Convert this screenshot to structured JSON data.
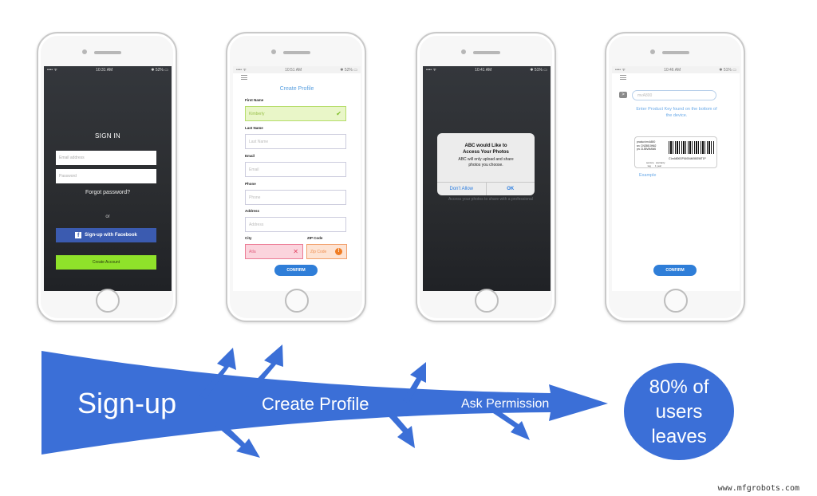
{
  "screens": [
    {
      "status": {
        "left": "•••• ᯤ",
        "time": "10:31 AM",
        "right": "✱ 52% ▭"
      },
      "title": "SIGN IN",
      "email_placeholder": "Email address",
      "password_placeholder": "Password",
      "forgot": "Forgot password?",
      "or": "or",
      "facebook_icon": "f",
      "facebook": "Sign-up with Facebook",
      "create_account": "Create Account"
    },
    {
      "status": {
        "left": "•••• ᯤ",
        "time": "10:51 AM",
        "right": "✱ 52% ▭"
      },
      "title": "Create Profile",
      "first_name_label": "First Name",
      "first_name_value": "Kimberly",
      "last_name_label": "Last Name",
      "last_name_placeholder": "Last Name",
      "email_label": "Email",
      "email_placeholder": "Email",
      "phone_label": "Phone",
      "phone_placeholder": "Phone",
      "address_label": "Address",
      "address_placeholder": "Address",
      "city_label": "City",
      "city_value": "Atla",
      "zip_label": "ZIP Code",
      "zip_placeholder": "Zip Code",
      "confirm": "CONFIRM"
    },
    {
      "status": {
        "left": "•••• ᯤ",
        "time": "10:41 AM",
        "right": "✱ 51% ▭"
      },
      "background_text": "Access your photos to share with a professional",
      "dialog_title_line1": "ABC would Like to",
      "dialog_title_line2": "Access Your Photos",
      "dialog_message_line1": "ABC will only upload and share",
      "dialog_message_line2": "photos you choose.",
      "deny": "Don't Allow",
      "ok": "OK"
    },
    {
      "status": {
        "left": "•••• ᯤ",
        "time": "10:46 AM",
        "right": "✱ 51% ▭"
      },
      "back": ">",
      "input_placeholder": "mvA800",
      "help": "Enter Product Key found on the bottom of the device.",
      "label_left": "product mvA800\nsn: CN25810N62\npn: 2L55VMAW6",
      "label_code": "C1mA800GP160544658G56T1P",
      "label_small": "service   warranty\n  tag      1 year",
      "example": "Example",
      "confirm": "CONFIRM"
    }
  ],
  "flow": {
    "stages": [
      "Sign-up",
      "Create Profile",
      "Ask Permission"
    ],
    "outcome": "80% of users leaves",
    "color": "#3b6fd7"
  },
  "watermark": "www.mfgrobots.com"
}
